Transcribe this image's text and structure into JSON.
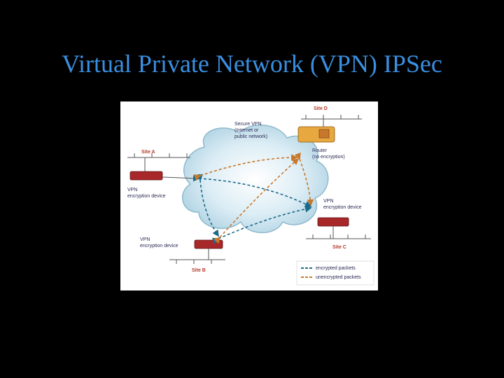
{
  "slide": {
    "title": "Virtual Private Network (VPN) IPSec"
  },
  "diagram": {
    "cloud_label_lines": [
      "Secure VPN",
      "(Internet or",
      "public network)"
    ],
    "site_a": "Site A",
    "site_b": "Site B",
    "site_c": "Site C",
    "site_d": "Site D",
    "vpn_device_lines": [
      "VPN",
      "encryption device"
    ],
    "router_lines": [
      "Router",
      "(no encryption)"
    ],
    "legend": {
      "encrypted": "encrypted packets",
      "unencrypted": "unencrypted packets"
    },
    "colors": {
      "encrypted": "#1a6a8a",
      "unencrypted": "#c8782a",
      "vpn_device": "#a8282a",
      "router": "#e8a840",
      "cloud": "#cfe4ef"
    }
  }
}
